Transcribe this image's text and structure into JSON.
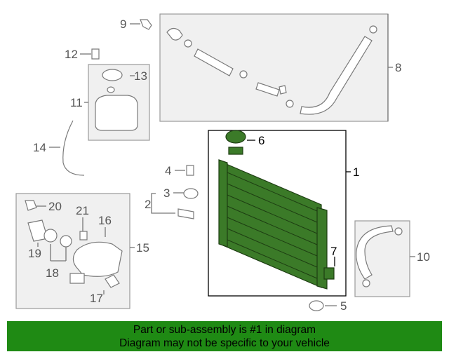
{
  "callouts": {
    "c1": "1",
    "c2": "2",
    "c3": "3",
    "c4": "4",
    "c5": "5",
    "c6": "6",
    "c7": "7",
    "c8": "8",
    "c9": "9",
    "c10": "10",
    "c11": "11",
    "c12": "12",
    "c13": "13",
    "c14": "14",
    "c15": "15",
    "c16": "16",
    "c17": "17",
    "c18": "18",
    "c19": "19",
    "c20": "20",
    "c21": "21"
  },
  "highlighted_part_color": "#3b7a28",
  "banner": {
    "line1": "Part or sub-assembly is #1 in diagram",
    "line2": "Diagram may not be specific to your vehicle",
    "background": "#1f8a14"
  }
}
